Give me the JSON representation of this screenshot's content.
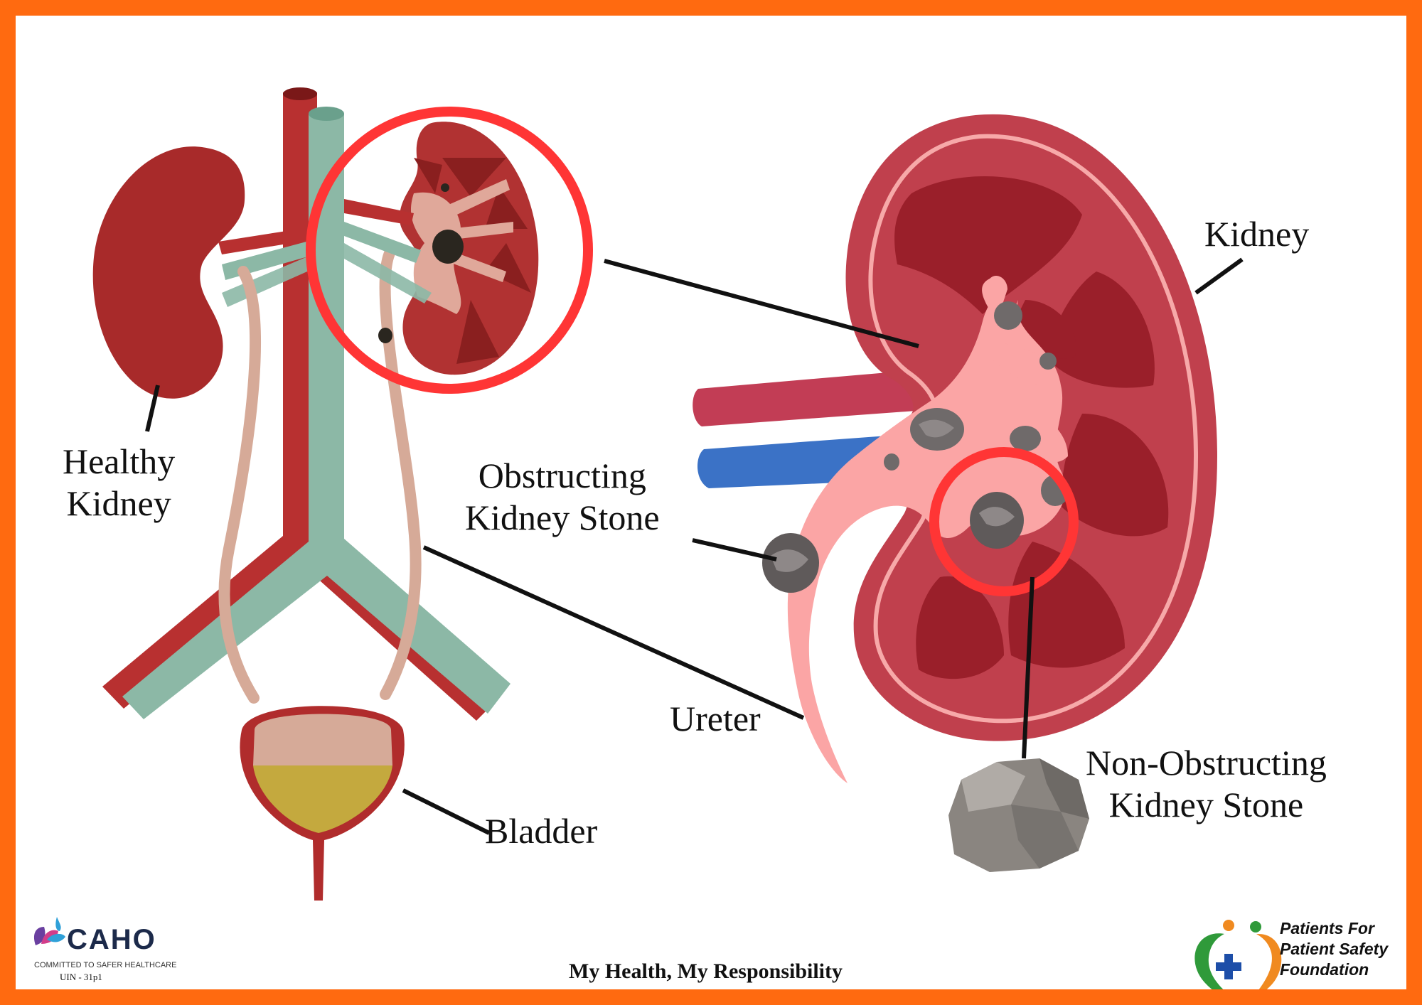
{
  "labels": {
    "kidney": "Kidney",
    "healthy_kidney_line1": "Healthy",
    "healthy_kidney_line2": "Kidney",
    "obstructing_line1": "Obstructing",
    "obstructing_line2": "Kidney Stone",
    "ureter": "Ureter",
    "non_obstructing_line1": "Non-Obstructing",
    "non_obstructing_line2": "Kidney Stone",
    "bladder": "Bladder"
  },
  "footer": {
    "slogan": "My Health, My Responsibility"
  },
  "caho_logo": {
    "name": "CAHO",
    "tagline": "COMMITTED TO SAFER HEALTHCARE",
    "uin": "UIN - 31p1"
  },
  "psf_logo": {
    "line1": "Patients For",
    "line2": "Patient Safety",
    "line3": "Foundation"
  },
  "colors": {
    "border": "#ff6a10",
    "kidney_red": "#a82a2a",
    "artery": "#b83030",
    "vein": "#8cb8a6",
    "ureter": "#d6aa98",
    "urine": "#c4a93e",
    "highlight_circle": "#ff3535",
    "stone_gray": "#6f6a6a"
  }
}
